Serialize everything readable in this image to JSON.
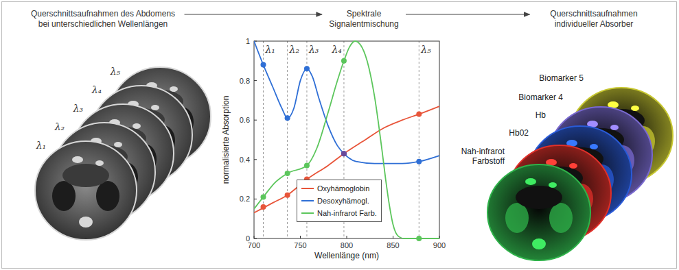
{
  "diagram": {
    "nodes": [
      {
        "text": [
          "Querschnittsaufnahmen des Abdomens bei unterschiedlichen Wellenlängen"
        ]
      },
      {
        "text": [
          "Spektrale Signalentmischung"
        ]
      },
      {
        "text": [
          "Querschnittsaufnahmen individueller Absorber"
        ]
      }
    ],
    "edges": [
      {
        "from": 0,
        "to": 1,
        "arrow": "to"
      },
      {
        "from": 1,
        "to": 2,
        "arrow": "to"
      }
    ],
    "labels": [
      "λ₁",
      "λ₂",
      "λ₃",
      "λ₄",
      "λ₅",
      "λ₁",
      "λ₂",
      "λ₃",
      "λ₄",
      "λ₅",
      "1",
      "0.8",
      "0.6",
      "0.4",
      "0.2",
      "0",
      "700",
      "750",
      "800",
      "850",
      "900",
      "normalisierte Absorption",
      "Wellenlänge (nm)",
      "Biomarker 5",
      "Biomarker 4",
      "Hb",
      "Hb02",
      "Nah-infrarot Farbstoff"
    ],
    "legend": [
      {
        "text": "Oxyhämoglobin"
      },
      {
        "text": "Desoxyhämogl."
      },
      {
        "text": "Nah-infrarot Farb."
      }
    ]
  }
}
